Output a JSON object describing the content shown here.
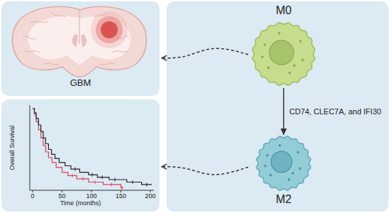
{
  "diagram": {
    "nodes": [
      {
        "text": [
          "GBM"
        ]
      },
      {
        "text": [
          "Overall Survival",
          "Time (months)"
        ]
      },
      {
        "text": [
          "M0"
        ]
      },
      {
        "text": [
          "M2"
        ]
      }
    ],
    "edges": [
      {
        "from": 2,
        "to": 3,
        "arrow": "to",
        "label": "CD74, CLEC7A, and IFI30"
      },
      {
        "from": 2,
        "to": 0,
        "arrow": "to"
      },
      {
        "from": 3,
        "to": 1,
        "arrow": "to"
      }
    ],
    "labels": [
      "0",
      "50",
      "100",
      "150",
      "200"
    ]
  }
}
